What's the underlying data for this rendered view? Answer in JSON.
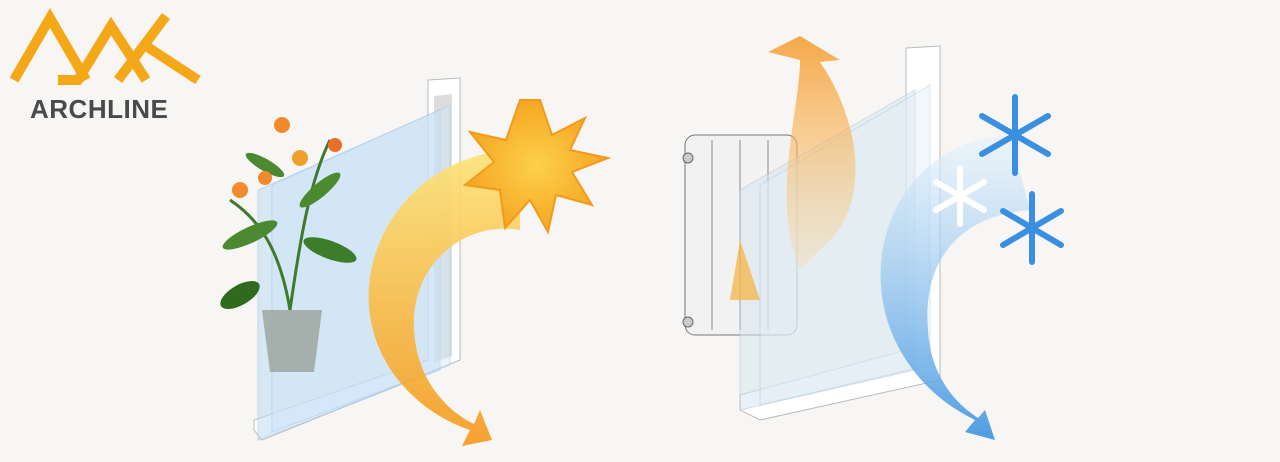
{
  "brand": {
    "name": "ARCHLINE",
    "color": "#f5a817",
    "text_color": "#4a4a4a"
  },
  "illustrations": {
    "left": {
      "subject": "sun-heat-reflection",
      "arrow_color": "#f7b733"
    },
    "right": {
      "subject": "heat-retention-cold-reflection",
      "warm_arrow_color": "#f59a2a",
      "cold_arrow_color": "#5aaee8"
    }
  }
}
